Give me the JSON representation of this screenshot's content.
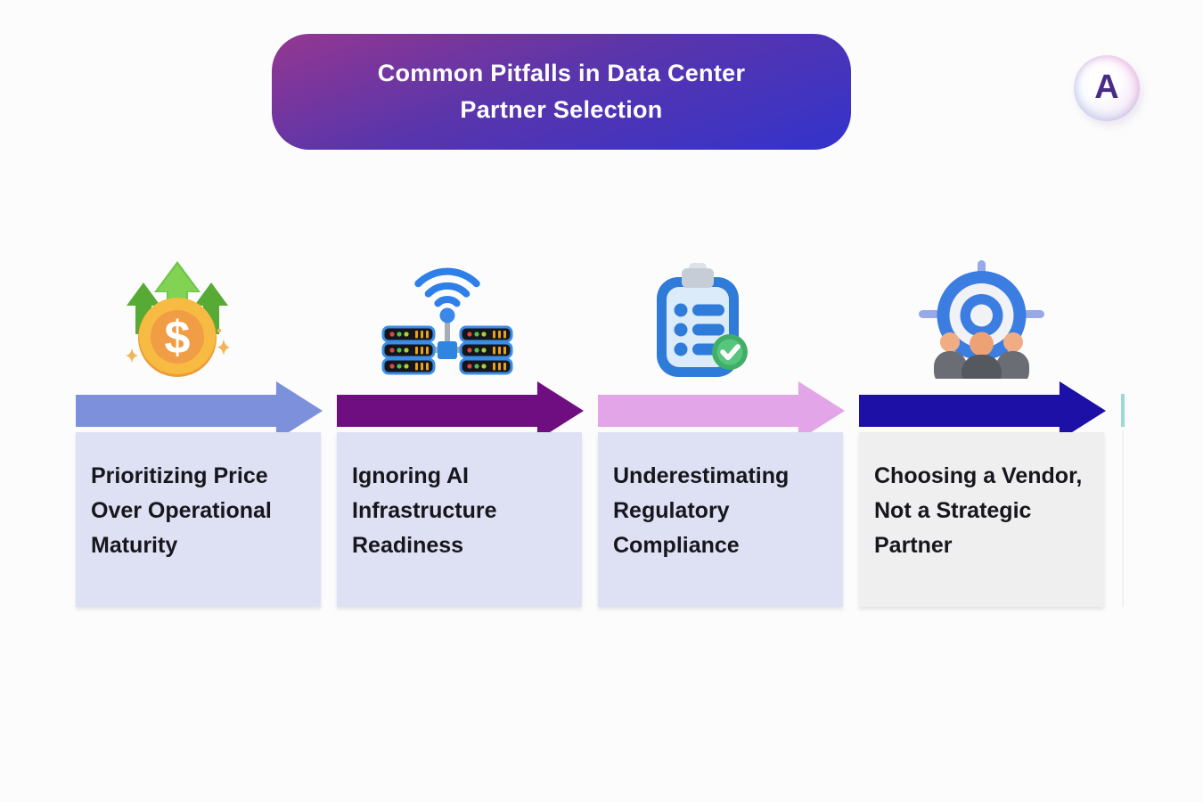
{
  "title": {
    "line1": "Common Pitfalls in Data Center",
    "line2": "Partner Selection"
  },
  "logo": {
    "letter": "A"
  },
  "columns": [
    {
      "label": "Prioritizing Price Over Operational Maturity",
      "icon": "money-growth-icon",
      "arrow_color": "#7c90dc",
      "card_bg": "#dde1f3"
    },
    {
      "label": "Ignoring AI Infrastructure Readiness",
      "icon": "server-wifi-icon",
      "arrow_color": "#6e0e80",
      "card_bg": "#dde1f3"
    },
    {
      "label": "Underestimating Regulatory Compliance",
      "icon": "clipboard-check-icon",
      "arrow_color": "#e2a5e7",
      "card_bg": "#dde1f3"
    },
    {
      "label": "Choosing a Vendor, Not a Strategic Partner",
      "icon": "target-team-icon",
      "arrow_color": "#1c10a6",
      "card_bg": "#efefef"
    }
  ],
  "colors": {
    "background": "#fcfcfc",
    "banner_gradient_start": "#8e3793",
    "banner_gradient_end": "#3633c9",
    "card_text": "#16161d",
    "title_text": "#ffffff",
    "next_column_sliver": "#9ed8d6"
  }
}
